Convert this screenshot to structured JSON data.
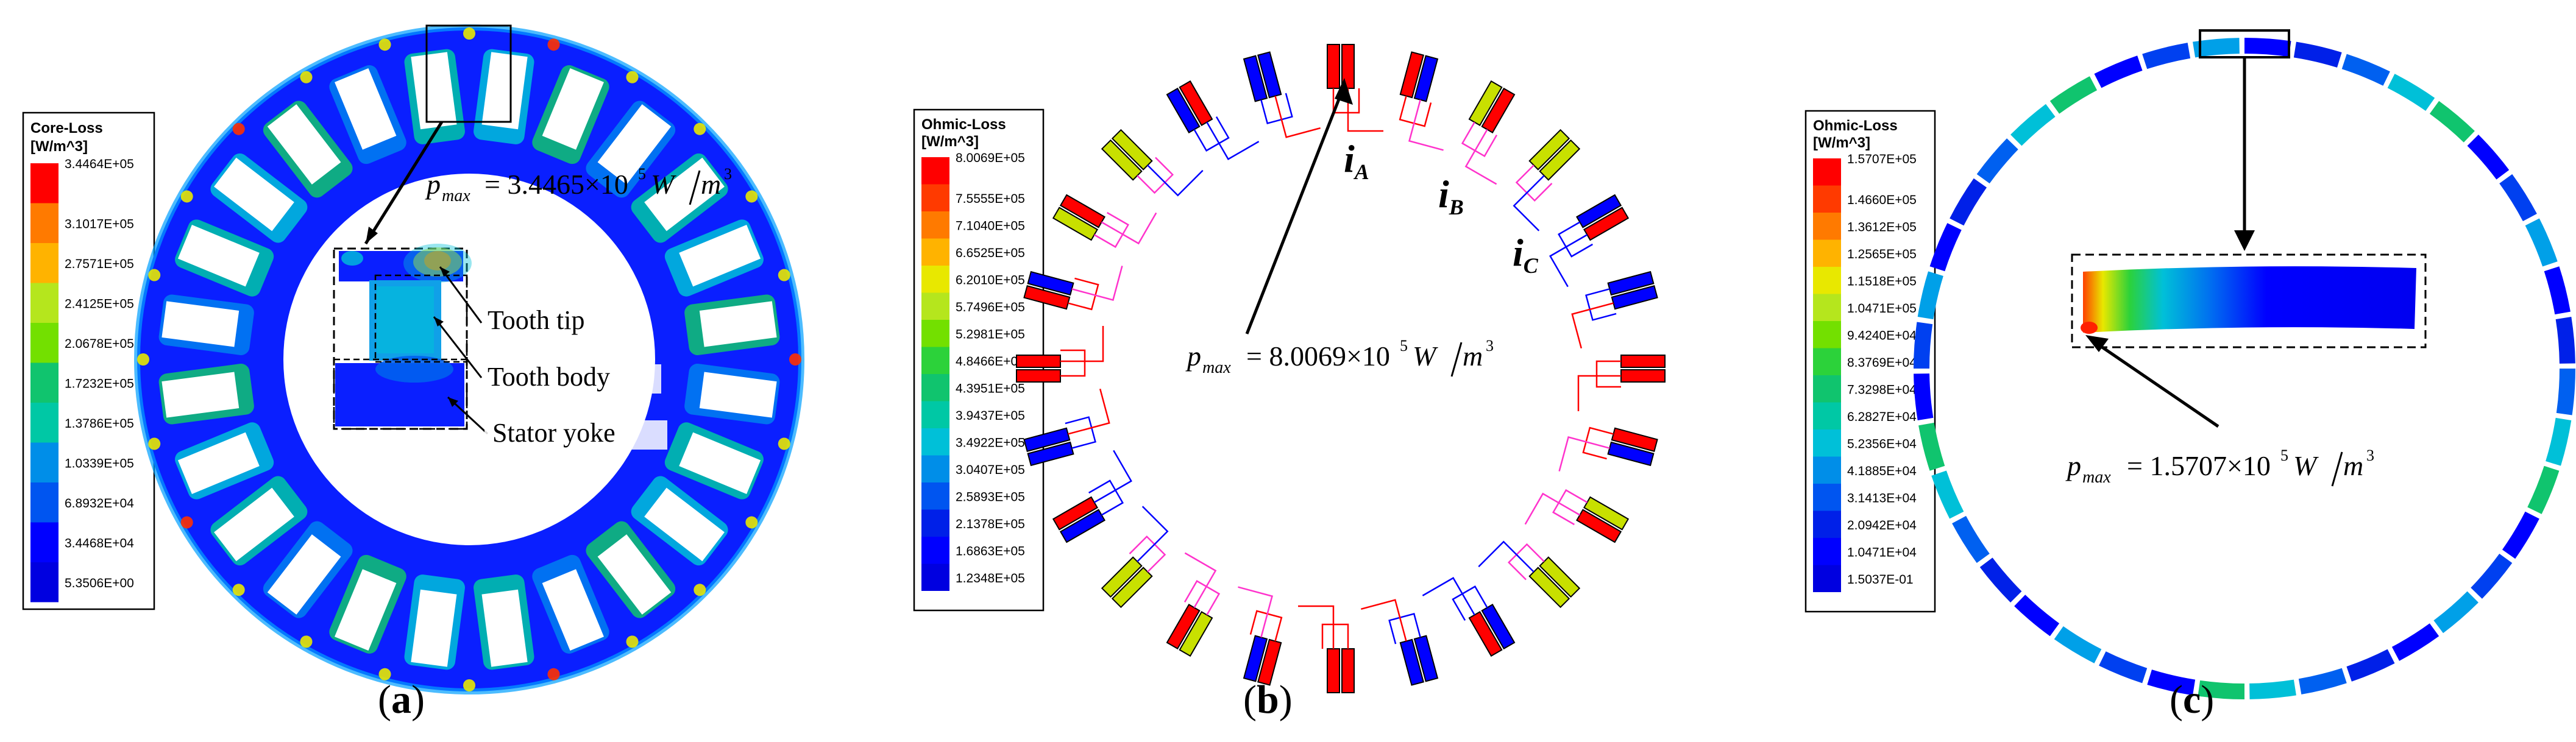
{
  "panel_a": {
    "legend_title": "Core-Loss",
    "legend_unit": "[W/m^3]",
    "legend_values": [
      "3.4464E+05",
      "3.1017E+05",
      "2.7571E+05",
      "2.4125E+05",
      "2.0678E+05",
      "1.7232E+05",
      "1.3786E+05",
      "1.0339E+05",
      "6.8932E+04",
      "3.4468E+04",
      "5.3506E+00"
    ],
    "pmax_label": "p",
    "pmax_sub": "max",
    "pmax_value": "= 3.4465×10",
    "pmax_exp": "5",
    "pmax_unit_w": "W",
    "pmax_unit_m": "m",
    "pmax_unit_exp": "3",
    "annotations": [
      "Tooth tip",
      "Tooth body",
      "Stator yoke"
    ],
    "caption_letter": "a"
  },
  "panel_b": {
    "legend_title": "Ohmic-Loss",
    "legend_unit": "[W/m^3]",
    "legend_values": [
      "8.0069E+05",
      "7.5555E+05",
      "7.1040E+05",
      "6.6525E+05",
      "6.2010E+05",
      "5.7496E+05",
      "5.2981E+05",
      "4.8466E+05",
      "4.3951E+05",
      "3.9437E+05",
      "3.4922E+05",
      "3.0407E+05",
      "2.5893E+05",
      "2.1378E+05",
      "1.6863E+05",
      "1.2348E+05"
    ],
    "phase_labels": [
      {
        "main": "i",
        "sub": "A"
      },
      {
        "main": "i",
        "sub": "B"
      },
      {
        "main": "i",
        "sub": "C"
      }
    ],
    "pmax_label": "p",
    "pmax_sub": "max",
    "pmax_value": "= 8.0069×10",
    "pmax_exp": "5",
    "pmax_unit_w": "W",
    "pmax_unit_m": "m",
    "pmax_unit_exp": "3",
    "caption_letter": "b"
  },
  "panel_c": {
    "legend_title": "Ohmic-Loss",
    "legend_unit": "[W/m^3]",
    "legend_values": [
      "1.5707E+05",
      "1.4660E+05",
      "1.3612E+05",
      "1.2565E+05",
      "1.1518E+05",
      "1.0471E+05",
      "9.4240E+04",
      "8.3769E+04",
      "7.3298E+04",
      "6.2827E+04",
      "5.2356E+04",
      "4.1885E+04",
      "3.1413E+04",
      "2.0942E+04",
      "1.0471E+04",
      "1.5037E-01"
    ],
    "pmax_label": "p",
    "pmax_sub": "max",
    "pmax_value": "= 1.5707×10",
    "pmax_exp": "5",
    "pmax_unit_w": "W",
    "pmax_unit_m": "m",
    "pmax_unit_exp": "3",
    "caption_letter": "c"
  },
  "colors": {
    "jet": [
      "#ff0000",
      "#ff3a00",
      "#ff7a00",
      "#ffb300",
      "#e8e800",
      "#b5e61d",
      "#73e000",
      "#2cd23a",
      "#10c46e",
      "#00c8a5",
      "#00c0d8",
      "#008ee8",
      "#0055f0",
      "#0020e8",
      "#0000ff",
      "#0000e0"
    ],
    "phase_a": "#ff0000",
    "phase_b": "#ff33cc",
    "phase_c": "#0000ff",
    "coil_green": "#c8e000"
  },
  "caption_parens": [
    "(",
    ")"
  ]
}
